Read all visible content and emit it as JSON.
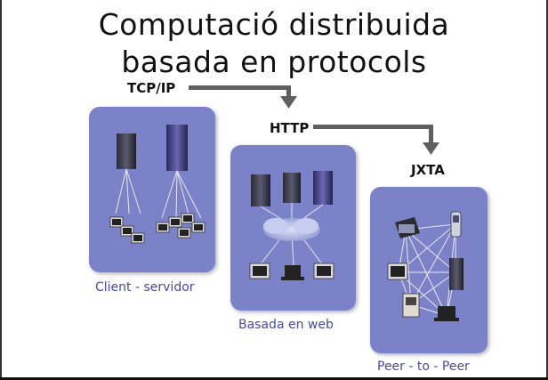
{
  "title_line1": "Computació distribuida",
  "title_line2": "basada en protocols",
  "protocols": {
    "tcpip": "TCP/IP",
    "http": "HTTP",
    "jxta": "JXTA"
  },
  "captions": {
    "client_server": "Client - servidor",
    "web": "Basada en web",
    "p2p": "Peer - to - Peer"
  },
  "colors": {
    "panel": "#7c82c8",
    "caption": "#4a4aa0",
    "arrow": "#606060"
  }
}
